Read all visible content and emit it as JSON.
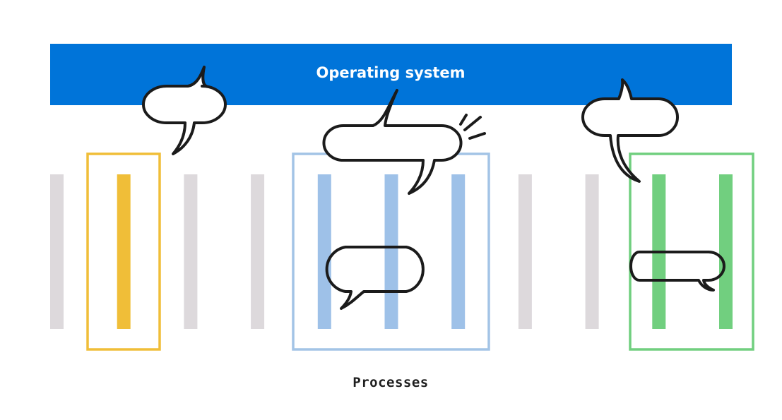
{
  "os_bar": {
    "label": "Operating system",
    "color": "#0074d9"
  },
  "processes_label": "Processes",
  "colors": {
    "idle_bar": "#ddd9dc",
    "yellow": "#f0be38",
    "blue_bar": "#9ec1e8",
    "blue_frame": "#a3c4e6",
    "green": "#71cf7f",
    "outline": "#1b1b1b"
  },
  "process_bars": [
    "idle",
    "yellow",
    "idle",
    "idle",
    "blue",
    "blue",
    "blue",
    "idle",
    "idle",
    "green",
    "green"
  ],
  "groups": [
    {
      "name": "yellow-process",
      "color": "yellow"
    },
    {
      "name": "blue-process",
      "color": "blue"
    },
    {
      "name": "green-process",
      "color": "green"
    }
  ],
  "icons": [
    "speech-bubble-icon",
    "speech-bubble-icon",
    "speech-bubble-icon",
    "speech-bubble-icon",
    "speech-bubble-icon",
    "burst-lines-icon"
  ]
}
